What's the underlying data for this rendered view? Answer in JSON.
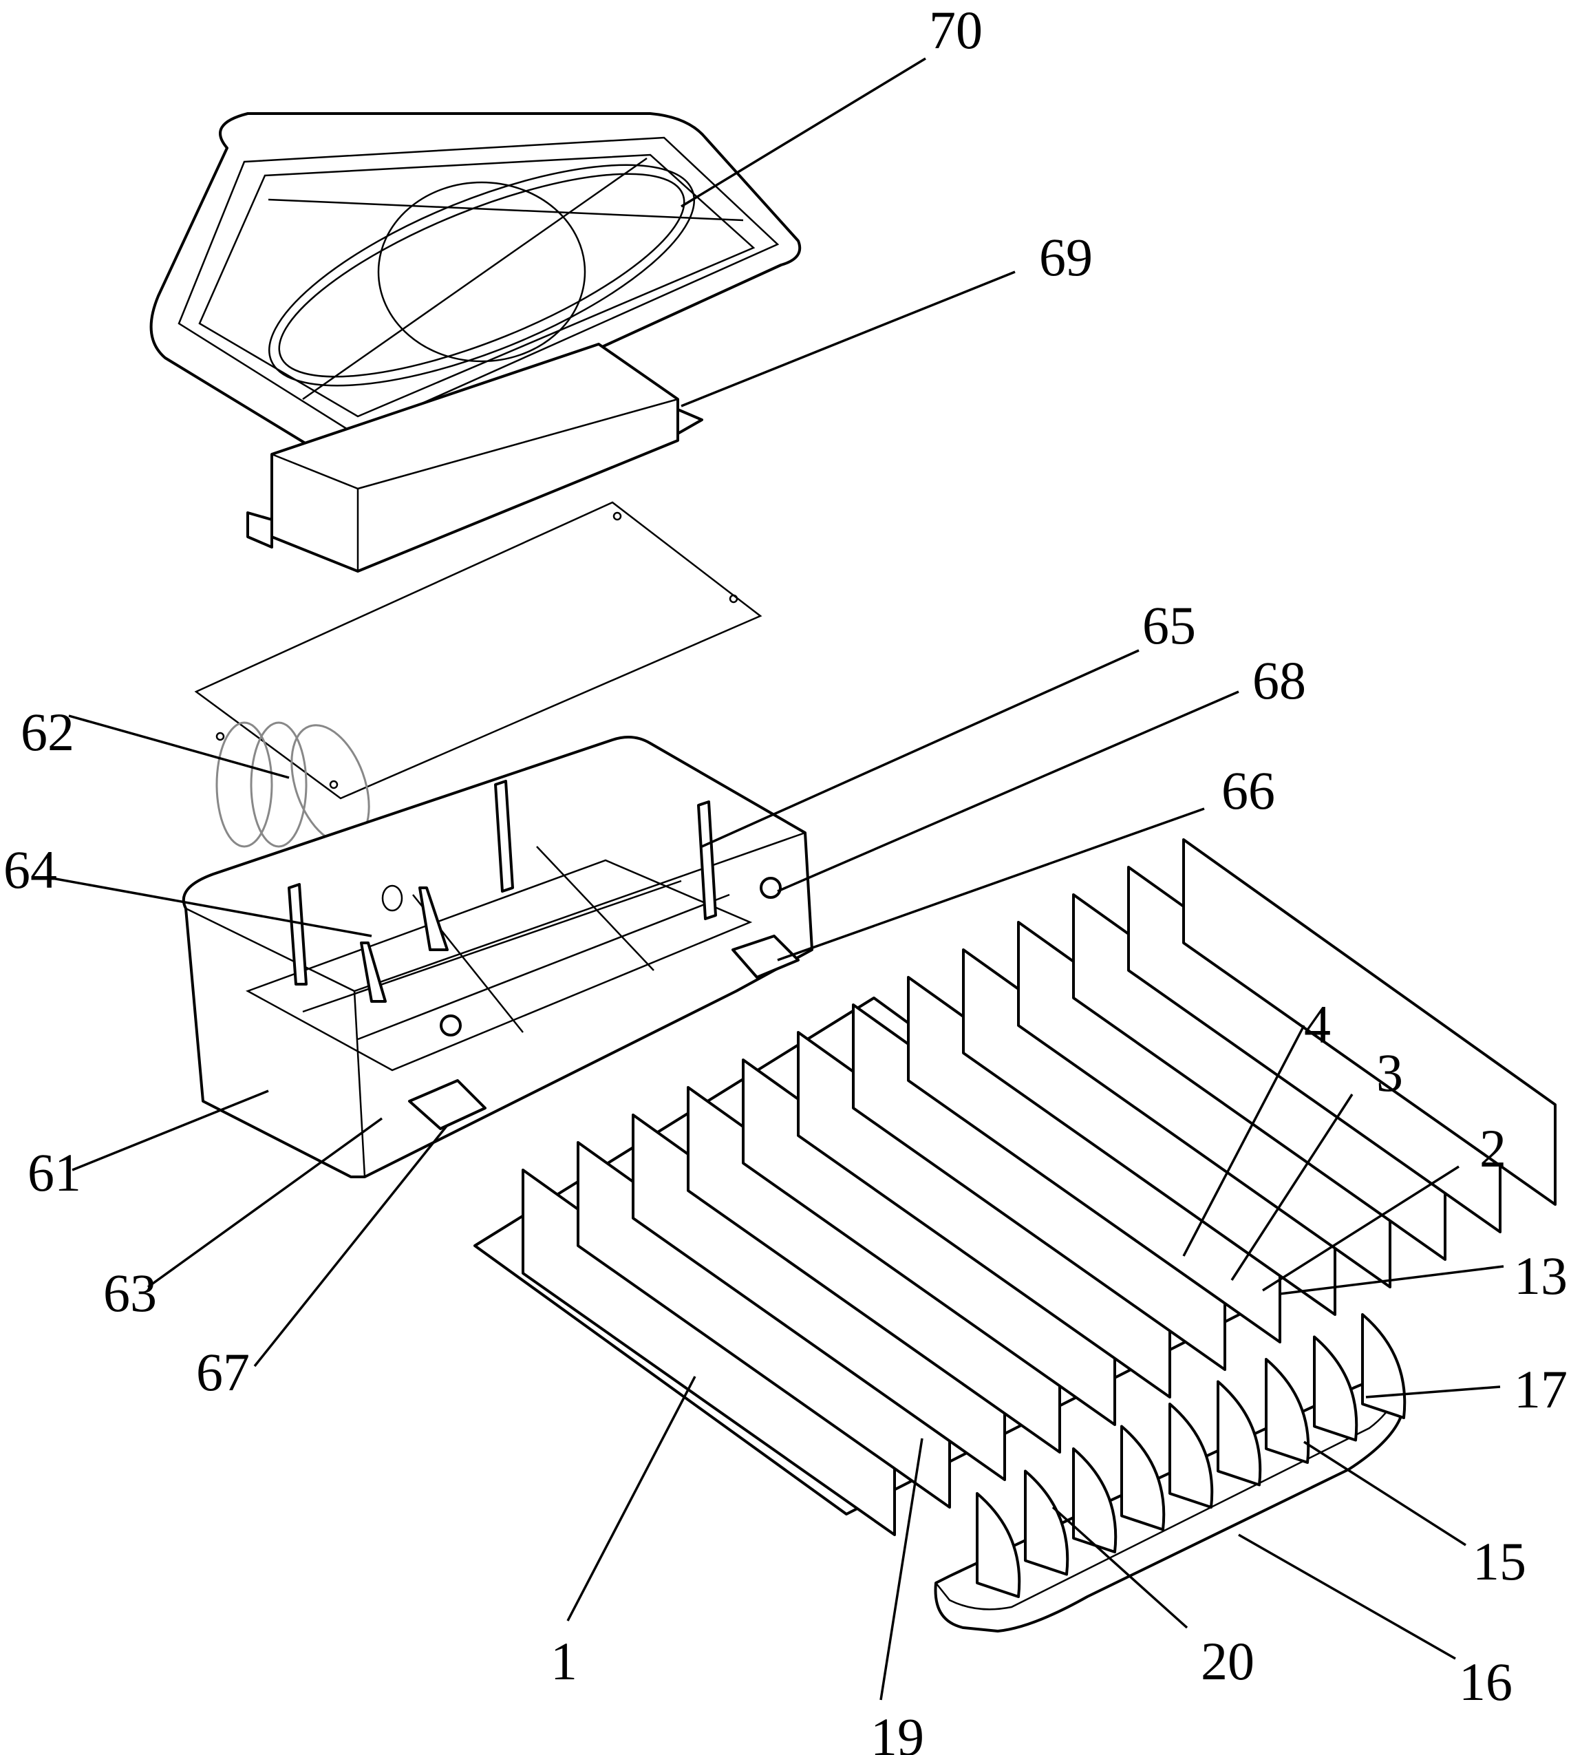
{
  "figure": {
    "type": "exploded-view patent drawing",
    "background": "#ffffff",
    "line_color": "#000000"
  },
  "labels": [
    {
      "id": "70",
      "text": "70",
      "part": "cover-frame"
    },
    {
      "id": "69",
      "text": "69",
      "part": "driver-box"
    },
    {
      "id": "65",
      "text": "65",
      "part": "housing-rib"
    },
    {
      "id": "68",
      "text": "68",
      "part": "screw"
    },
    {
      "id": "66",
      "text": "66",
      "part": "clip-right"
    },
    {
      "id": "62",
      "text": "62",
      "part": "pole-sleeve"
    },
    {
      "id": "64",
      "text": "64",
      "part": "support-fin"
    },
    {
      "id": "61",
      "text": "61",
      "part": "housing"
    },
    {
      "id": "63",
      "text": "63",
      "part": "grid-cavity"
    },
    {
      "id": "67",
      "text": "67",
      "part": "clip-left"
    },
    {
      "id": "4",
      "text": "4",
      "part": "fin-4"
    },
    {
      "id": "3",
      "text": "3",
      "part": "fin-3"
    },
    {
      "id": "2",
      "text": "2",
      "part": "fin-2"
    },
    {
      "id": "13",
      "text": "13",
      "part": "rail"
    },
    {
      "id": "17",
      "text": "17",
      "part": "lens-wedge"
    },
    {
      "id": "15",
      "text": "15",
      "part": "lens-base"
    },
    {
      "id": "16",
      "text": "16",
      "part": "lens-rim"
    },
    {
      "id": "20",
      "text": "20",
      "part": "lens-screw"
    },
    {
      "id": "19",
      "text": "19",
      "part": "heatsink-screw"
    },
    {
      "id": "1",
      "text": "1",
      "part": "heatsink"
    }
  ]
}
